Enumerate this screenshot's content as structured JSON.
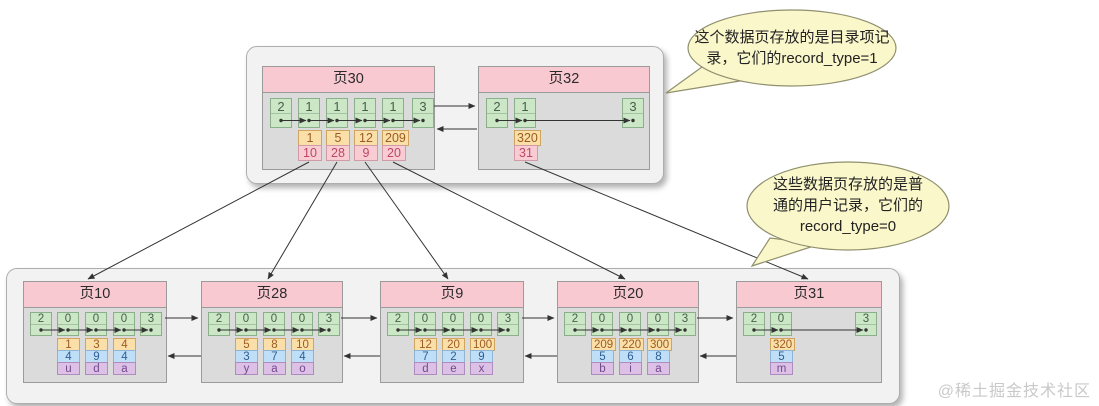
{
  "pages": {
    "p30": {
      "title": "页30",
      "infimum": "2",
      "supremum": "3",
      "records": [
        {
          "type": "1",
          "key": "1",
          "child": "10"
        },
        {
          "type": "1",
          "key": "5",
          "child": "28"
        },
        {
          "type": "1",
          "key": "12",
          "child": "9"
        },
        {
          "type": "1",
          "key": "209",
          "child": "20"
        }
      ]
    },
    "p32": {
      "title": "页32",
      "infimum": "2",
      "supremum": "3",
      "records": [
        {
          "type": "1",
          "key": "320",
          "child": "31"
        }
      ]
    },
    "p10": {
      "title": "页10",
      "infimum": "2",
      "supremum": "3",
      "records": [
        {
          "type": "0",
          "key": "1",
          "col2": "4",
          "col3": "u"
        },
        {
          "type": "0",
          "key": "3",
          "col2": "9",
          "col3": "d"
        },
        {
          "type": "0",
          "key": "4",
          "col2": "4",
          "col3": "a"
        }
      ]
    },
    "p28": {
      "title": "页28",
      "infimum": "2",
      "supremum": "3",
      "records": [
        {
          "type": "0",
          "key": "5",
          "col2": "3",
          "col3": "y"
        },
        {
          "type": "0",
          "key": "8",
          "col2": "7",
          "col3": "a"
        },
        {
          "type": "0",
          "key": "10",
          "col2": "4",
          "col3": "o"
        }
      ]
    },
    "p9": {
      "title": "页9",
      "infimum": "2",
      "supremum": "3",
      "records": [
        {
          "type": "0",
          "key": "12",
          "col2": "7",
          "col3": "d"
        },
        {
          "type": "0",
          "key": "20",
          "col2": "2",
          "col3": "e"
        },
        {
          "type": "0",
          "key": "100",
          "col2": "9",
          "col3": "x"
        }
      ]
    },
    "p20": {
      "title": "页20",
      "infimum": "2",
      "supremum": "3",
      "records": [
        {
          "type": "0",
          "key": "209",
          "col2": "5",
          "col3": "b"
        },
        {
          "type": "0",
          "key": "220",
          "col2": "6",
          "col3": "i"
        },
        {
          "type": "0",
          "key": "300",
          "col2": "8",
          "col3": "a"
        }
      ]
    },
    "p31": {
      "title": "页31",
      "infimum": "2",
      "supremum": "3",
      "records": [
        {
          "type": "0",
          "key": "320",
          "col2": "5",
          "col3": "m"
        }
      ]
    }
  },
  "bubbles": [
    {
      "lines": [
        "这个数据页存放的是目录项记",
        "录，它们的record_type=1"
      ]
    },
    {
      "lines": [
        "这些数据页存放的是普",
        "通的用户记录，它们的",
        "record_type=0"
      ]
    }
  ],
  "watermark": {
    "text": "@稀土掘金技术社区"
  },
  "colors": {
    "record_type_cell": "#cbe7c5",
    "key_cell": "#fbdfa8",
    "page_no_cell": "#f9cbd3",
    "column2_cell": "#bedff7",
    "column3_cell": "#dcc0e6",
    "page_header": "#f9c9d1",
    "page_body": "#dbdbdb",
    "container": "#f2f2f2",
    "bubble": "#faf7cb",
    "arrow": "#333333"
  }
}
